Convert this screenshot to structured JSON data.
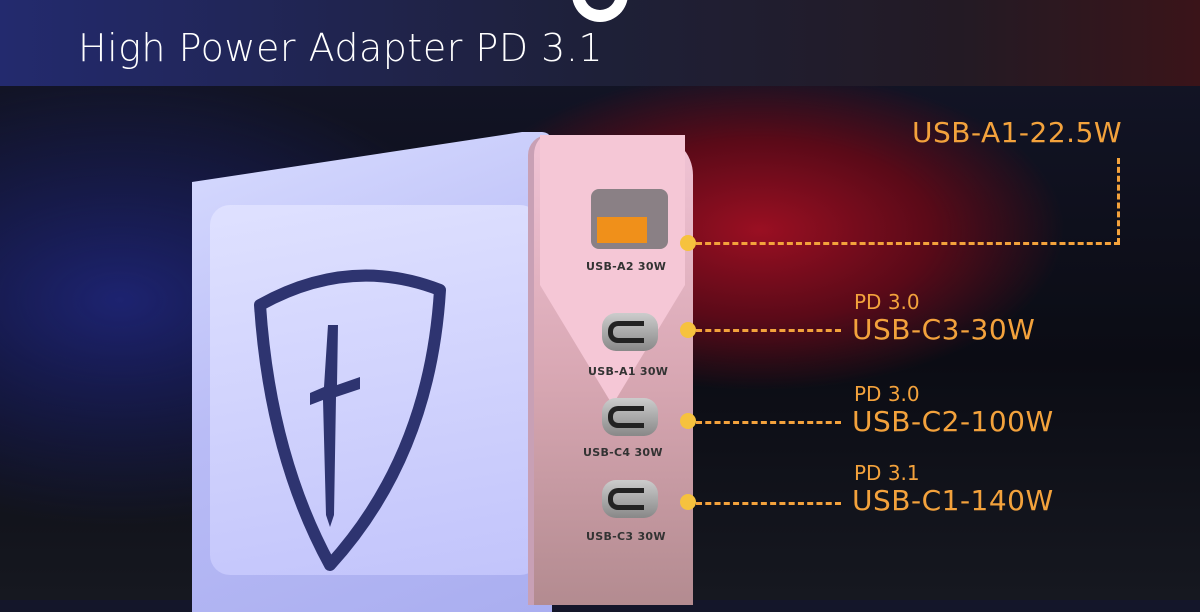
{
  "header": {
    "title": "High Power Adapter PD 3.1"
  },
  "ports": [
    {
      "label": "USB-A2 30W",
      "callout": "USB-A1-22.5W",
      "pd": ""
    },
    {
      "label": "USB-A1 30W",
      "callout": "USB-C3-30W",
      "pd": "PD 3.0"
    },
    {
      "label": "USB-C4 30W",
      "callout": "USB-C2-100W",
      "pd": "PD 3.0"
    },
    {
      "label": "USB-C3 30W",
      "callout": "USB-C1-140W",
      "pd": "PD 3.1"
    }
  ],
  "colors": {
    "accent": "#f3a23c",
    "dot": "#f6c23e",
    "body": "#c2c4fb",
    "shield": "#2e3470"
  }
}
